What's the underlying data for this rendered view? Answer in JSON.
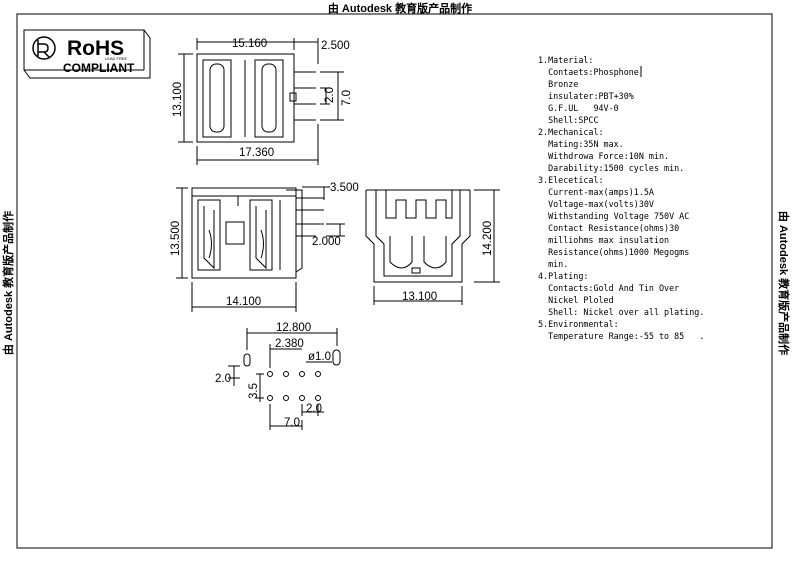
{
  "watermark": "由 Autodesk 教育版产品制作",
  "logo": {
    "title": "RoHS",
    "subtitle": "COMPLIANT",
    "fine_print": "LEAD FREE"
  },
  "top_view": {
    "width_total": "15.160",
    "side_offset": "2.500",
    "height": "13.100",
    "pin_span": "7.0",
    "pin_pitch": "2.0",
    "bottom_width": "17.360"
  },
  "side_view": {
    "height": "13.500",
    "pin_length": "3.500",
    "pin_pitch": "2.000",
    "width": "14.100"
  },
  "front_view": {
    "height": "14.200",
    "width": "13.100"
  },
  "footprint": {
    "span": "12.800",
    "slot_offset": "2.380",
    "hole_dia": "ø1.0",
    "pitch_left": "2.0",
    "row_spacing": "3.5",
    "pitch_bottom": "2.0",
    "pin_span": "7.0"
  },
  "specs": [
    "1.Material:",
    "  Contaets:Phosphone",
    "  Bronze",
    "  insulater:PBT+30%",
    "  G.F.UL   94V-0",
    "  Shell:SPCC",
    "2.Mechanical:",
    "  Mating:35N max.",
    "  Withdrowa Force:10N min.",
    "  Darability:1500 cycles min.",
    "3.Elecetical:",
    "  Current-max(amps)1.5A",
    "  Voltage-max(volts)30V",
    "  Withstanding Voltage 750V AC",
    "  Contact Resistance(ohms)30",
    "  milliohms max insulation",
    "  Resistance(ohms)1000 Megogms",
    "  min.",
    "4.Plating:",
    "  Contacts:Gold And Tin Over",
    "  Nickel Ploled",
    "  Shell: Nickel over all plating.",
    "5.Environmental:",
    "  Temperature Range:-55 to 85   ."
  ]
}
